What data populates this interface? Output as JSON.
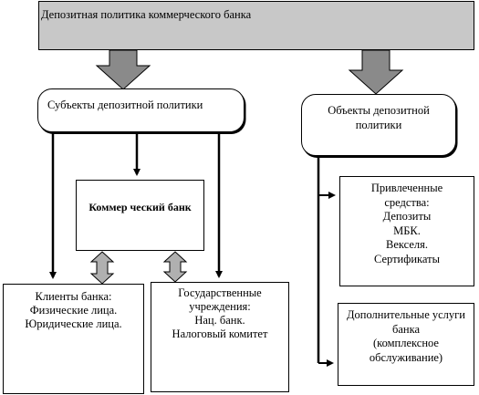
{
  "diagram": {
    "banner": "Депозитная политика коммерческого банка",
    "subjects": "Субъекты депозитной политики",
    "objects": [
      "Объекты депозитной",
      "политики"
    ],
    "bank": "Коммер ческий банк",
    "clients": [
      "Клиенты  банка:",
      "Физические лица.",
      "Юридические лица."
    ],
    "government": [
      "Государственные",
      "учреждения:",
      "Нац. банк.",
      "Налоговый комитет"
    ],
    "attracted": [
      "Привлеченные",
      "средства:",
      "Депозиты",
      "МБК.",
      "Векселя.",
      "Сертификаты"
    ],
    "additional": [
      "Дополнительные услуги",
      "банка",
      "(комплексное",
      "обслуживание)"
    ]
  }
}
